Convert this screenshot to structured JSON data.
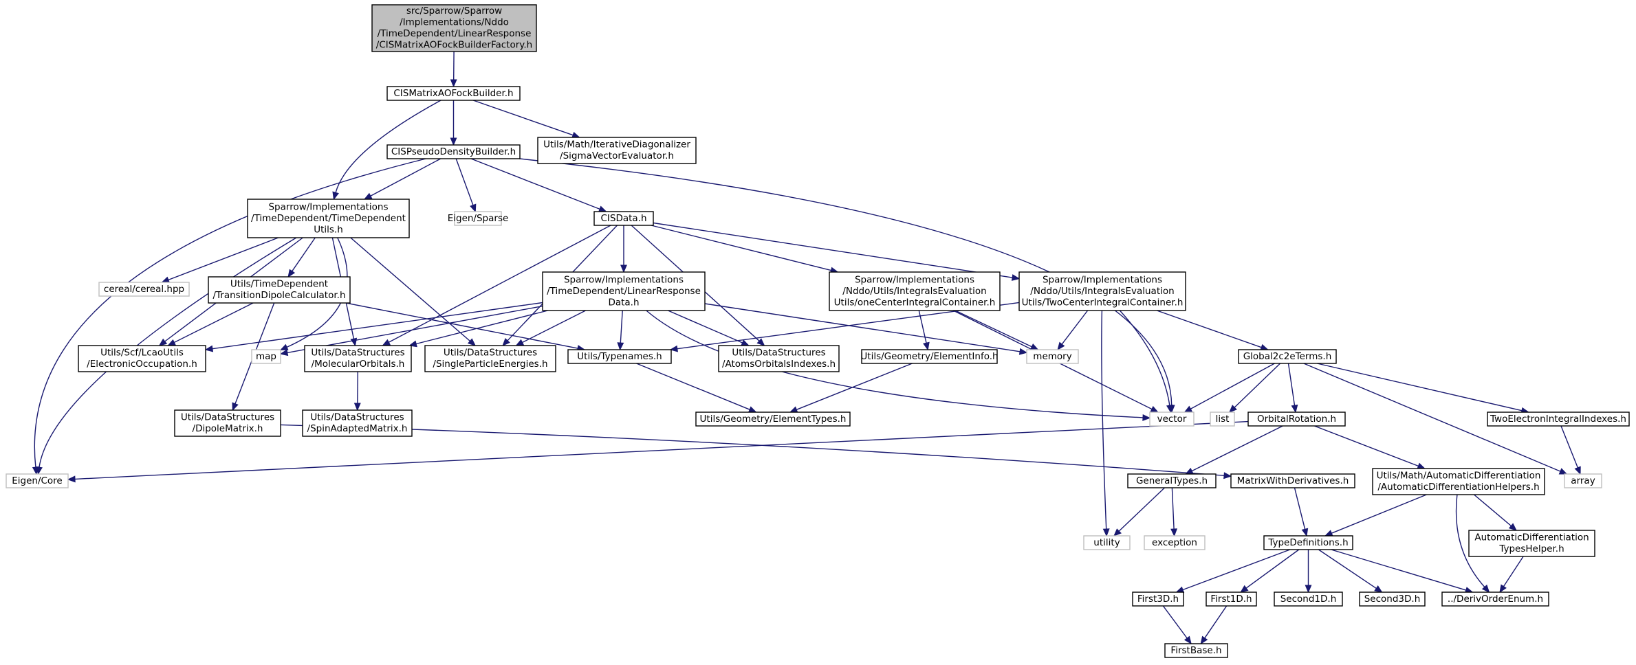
{
  "nodes": [
    {
      "id": "root",
      "kind": "root",
      "lines": [
        "src/Sparrow/Sparrow",
        "/Implementations/Nddo",
        "/TimeDependent/LinearResponse",
        "/CISMatrixAOFockBuilderFactory.h"
      ]
    },
    {
      "id": "cismatrixaofockbuilder",
      "kind": "file",
      "lines": [
        "CISMatrixAOFockBuilder.h"
      ]
    },
    {
      "id": "cispseudodensitybuilder",
      "kind": "file",
      "lines": [
        "CISPseudoDensityBuilder.h"
      ]
    },
    {
      "id": "sigmavectorevaluator",
      "kind": "file",
      "lines": [
        "Utils/Math/IterativeDiagonalizer",
        "/SigmaVectorEvaluator.h"
      ]
    },
    {
      "id": "timedependentutils",
      "kind": "file",
      "lines": [
        "Sparrow/Implementations",
        "/TimeDependent/TimeDependent",
        "Utils.h"
      ]
    },
    {
      "id": "eigensparse",
      "kind": "external",
      "lines": [
        "Eigen/Sparse"
      ]
    },
    {
      "id": "cisdata",
      "kind": "file",
      "lines": [
        "CISData.h"
      ]
    },
    {
      "id": "cereal",
      "kind": "external",
      "lines": [
        "cereal/cereal.hpp"
      ]
    },
    {
      "id": "transitiondipolecalculator",
      "kind": "file",
      "lines": [
        "Utils/TimeDependent",
        "/TransitionDipoleCalculator.h"
      ]
    },
    {
      "id": "linearresponsedata",
      "kind": "file",
      "lines": [
        "Sparrow/Implementations",
        "/TimeDependent/LinearResponse",
        "Data.h"
      ]
    },
    {
      "id": "onecenterintegralcontainer",
      "kind": "file",
      "lines": [
        "Sparrow/Implementations",
        "/Nddo/Utils/IntegralsEvaluation",
        "Utils/oneCenterIntegralContainer.h"
      ]
    },
    {
      "id": "twocenterintegralcontainer",
      "kind": "file",
      "lines": [
        "Sparrow/Implementations",
        "/Nddo/Utils/IntegralsEvaluation",
        "Utils/TwoCenterIntegralContainer.h"
      ]
    },
    {
      "id": "electronicoccupation",
      "kind": "file",
      "lines": [
        "Utils/Scf/LcaoUtils",
        "/ElectronicOccupation.h"
      ]
    },
    {
      "id": "map",
      "kind": "external",
      "lines": [
        "map"
      ]
    },
    {
      "id": "molecularorbitals",
      "kind": "file",
      "lines": [
        "Utils/DataStructures",
        "/MolecularOrbitals.h"
      ]
    },
    {
      "id": "singleparticleenergies",
      "kind": "file",
      "lines": [
        "Utils/DataStructures",
        "/SingleParticleEnergies.h"
      ]
    },
    {
      "id": "typenames",
      "kind": "file",
      "lines": [
        "Utils/Typenames.h"
      ]
    },
    {
      "id": "atomsorbitalsindexes",
      "kind": "file",
      "lines": [
        "Utils/DataStructures",
        "/AtomsOrbitalsIndexes.h"
      ]
    },
    {
      "id": "elementinfo",
      "kind": "file",
      "lines": [
        "Utils/Geometry/ElementInfo.h"
      ]
    },
    {
      "id": "memory",
      "kind": "external",
      "lines": [
        "memory"
      ]
    },
    {
      "id": "global2c2eterms",
      "kind": "file",
      "lines": [
        "Global2c2eTerms.h"
      ]
    },
    {
      "id": "dipolematrix",
      "kind": "file",
      "lines": [
        "Utils/DataStructures",
        "/DipoleMatrix.h"
      ]
    },
    {
      "id": "spinadaptedmatrix",
      "kind": "file",
      "lines": [
        "Utils/DataStructures",
        "/SpinAdaptedMatrix.h"
      ]
    },
    {
      "id": "elementtypes",
      "kind": "file",
      "lines": [
        "Utils/Geometry/ElementTypes.h"
      ]
    },
    {
      "id": "vector",
      "kind": "external",
      "lines": [
        "vector"
      ]
    },
    {
      "id": "list",
      "kind": "external",
      "lines": [
        "list"
      ]
    },
    {
      "id": "orbitalrotation",
      "kind": "file",
      "lines": [
        "OrbitalRotation.h"
      ]
    },
    {
      "id": "twoelectronintegralindexes",
      "kind": "file",
      "lines": [
        "TwoElectronIntegralIndexes.h"
      ]
    },
    {
      "id": "eigencore",
      "kind": "external",
      "lines": [
        "Eigen/Core"
      ]
    },
    {
      "id": "generaltypes",
      "kind": "file",
      "lines": [
        "GeneralTypes.h"
      ]
    },
    {
      "id": "matrixwithderivatives",
      "kind": "file",
      "lines": [
        "MatrixWithDerivatives.h"
      ]
    },
    {
      "id": "autodiffhelpers",
      "kind": "file",
      "lines": [
        "Utils/Math/AutomaticDifferentiation",
        "/AutomaticDifferentiationHelpers.h"
      ]
    },
    {
      "id": "array",
      "kind": "external",
      "lines": [
        "array"
      ]
    },
    {
      "id": "utility",
      "kind": "external",
      "lines": [
        "utility"
      ]
    },
    {
      "id": "exception",
      "kind": "external",
      "lines": [
        "exception"
      ]
    },
    {
      "id": "typedefinitions",
      "kind": "file",
      "lines": [
        "TypeDefinitions.h"
      ]
    },
    {
      "id": "autodifftypeshelper",
      "kind": "file",
      "lines": [
        "AutomaticDifferentiation",
        "TypesHelper.h"
      ]
    },
    {
      "id": "first3d",
      "kind": "file",
      "lines": [
        "First3D.h"
      ]
    },
    {
      "id": "first1d",
      "kind": "file",
      "lines": [
        "First1D.h"
      ]
    },
    {
      "id": "second1d",
      "kind": "file",
      "lines": [
        "Second1D.h"
      ]
    },
    {
      "id": "second3d",
      "kind": "file",
      "lines": [
        "Second3D.h"
      ]
    },
    {
      "id": "derivorderenum",
      "kind": "file",
      "lines": [
        "../DerivOrderEnum.h"
      ]
    },
    {
      "id": "firstbase",
      "kind": "file",
      "lines": [
        "FirstBase.h"
      ]
    }
  ],
  "edges": [
    {
      "from": "root",
      "to": "cismatrixaofockbuilder"
    },
    {
      "from": "cismatrixaofockbuilder",
      "to": "cispseudodensitybuilder"
    },
    {
      "from": "cismatrixaofockbuilder",
      "to": "sigmavectorevaluator"
    },
    {
      "from": "cismatrixaofockbuilder",
      "to": "timedependentutils"
    },
    {
      "from": "cispseudodensitybuilder",
      "to": "timedependentutils"
    },
    {
      "from": "cispseudodensitybuilder",
      "to": "eigensparse"
    },
    {
      "from": "cispseudodensitybuilder",
      "to": "cisdata"
    },
    {
      "from": "cispseudodensitybuilder",
      "to": "eigencore"
    },
    {
      "from": "cispseudodensitybuilder",
      "to": "vector"
    },
    {
      "from": "timedependentutils",
      "to": "cereal"
    },
    {
      "from": "timedependentutils",
      "to": "transitiondipolecalculator"
    },
    {
      "from": "timedependentutils",
      "to": "electronicoccupation"
    },
    {
      "from": "timedependentutils",
      "to": "map"
    },
    {
      "from": "timedependentutils",
      "to": "molecularorbitals"
    },
    {
      "from": "timedependentutils",
      "to": "singleparticleenergies"
    },
    {
      "from": "timedependentutils",
      "to": "eigencore"
    },
    {
      "from": "cisdata",
      "to": "linearresponsedata"
    },
    {
      "from": "cisdata",
      "to": "onecenterintegralcontainer"
    },
    {
      "from": "cisdata",
      "to": "twocenterintegralcontainer"
    },
    {
      "from": "cisdata",
      "to": "molecularorbitals"
    },
    {
      "from": "cisdata",
      "to": "singleparticleenergies"
    },
    {
      "from": "cisdata",
      "to": "atomsorbitalsindexes"
    },
    {
      "from": "transitiondipolecalculator",
      "to": "electronicoccupation"
    },
    {
      "from": "transitiondipolecalculator",
      "to": "dipolematrix"
    },
    {
      "from": "transitiondipolecalculator",
      "to": "typenames"
    },
    {
      "from": "linearresponsedata",
      "to": "electronicoccupation"
    },
    {
      "from": "linearresponsedata",
      "to": "map"
    },
    {
      "from": "linearresponsedata",
      "to": "molecularorbitals"
    },
    {
      "from": "linearresponsedata",
      "to": "singleparticleenergies"
    },
    {
      "from": "linearresponsedata",
      "to": "typenames"
    },
    {
      "from": "linearresponsedata",
      "to": "atomsorbitalsindexes"
    },
    {
      "from": "linearresponsedata",
      "to": "memory"
    },
    {
      "from": "linearresponsedata",
      "to": "vector"
    },
    {
      "from": "onecenterintegralcontainer",
      "to": "elementinfo"
    },
    {
      "from": "onecenterintegralcontainer",
      "to": "memory"
    },
    {
      "from": "onecenterintegralcontainer",
      "to": "vector"
    },
    {
      "from": "twocenterintegralcontainer",
      "to": "typenames"
    },
    {
      "from": "twocenterintegralcontainer",
      "to": "memory"
    },
    {
      "from": "twocenterintegralcontainer",
      "to": "vector"
    },
    {
      "from": "twocenterintegralcontainer",
      "to": "utility"
    },
    {
      "from": "twocenterintegralcontainer",
      "to": "global2c2eterms"
    },
    {
      "from": "molecularorbitals",
      "to": "spinadaptedmatrix"
    },
    {
      "from": "typenames",
      "to": "elementtypes"
    },
    {
      "from": "elementinfo",
      "to": "elementtypes"
    },
    {
      "from": "global2c2eterms",
      "to": "vector"
    },
    {
      "from": "global2c2eterms",
      "to": "list"
    },
    {
      "from": "global2c2eterms",
      "to": "orbitalrotation"
    },
    {
      "from": "global2c2eterms",
      "to": "twoelectronintegralindexes"
    },
    {
      "from": "global2c2eterms",
      "to": "array"
    },
    {
      "from": "dipolematrix",
      "to": "matrixwithderivatives"
    },
    {
      "from": "orbitalrotation",
      "to": "eigencore"
    },
    {
      "from": "orbitalrotation",
      "to": "generaltypes"
    },
    {
      "from": "orbitalrotation",
      "to": "autodiffhelpers"
    },
    {
      "from": "twoelectronintegralindexes",
      "to": "array"
    },
    {
      "from": "generaltypes",
      "to": "utility"
    },
    {
      "from": "generaltypes",
      "to": "exception"
    },
    {
      "from": "matrixwithderivatives",
      "to": "typedefinitions"
    },
    {
      "from": "autodiffhelpers",
      "to": "typedefinitions"
    },
    {
      "from": "autodiffhelpers",
      "to": "autodifftypeshelper"
    },
    {
      "from": "autodiffhelpers",
      "to": "derivorderenum"
    },
    {
      "from": "autodifftypeshelper",
      "to": "derivorderenum"
    },
    {
      "from": "typedefinitions",
      "to": "first3d"
    },
    {
      "from": "typedefinitions",
      "to": "first1d"
    },
    {
      "from": "typedefinitions",
      "to": "second1d"
    },
    {
      "from": "typedefinitions",
      "to": "second3d"
    },
    {
      "from": "typedefinitions",
      "to": "derivorderenum"
    },
    {
      "from": "first3d",
      "to": "firstbase"
    },
    {
      "from": "first1d",
      "to": "firstbase"
    }
  ]
}
